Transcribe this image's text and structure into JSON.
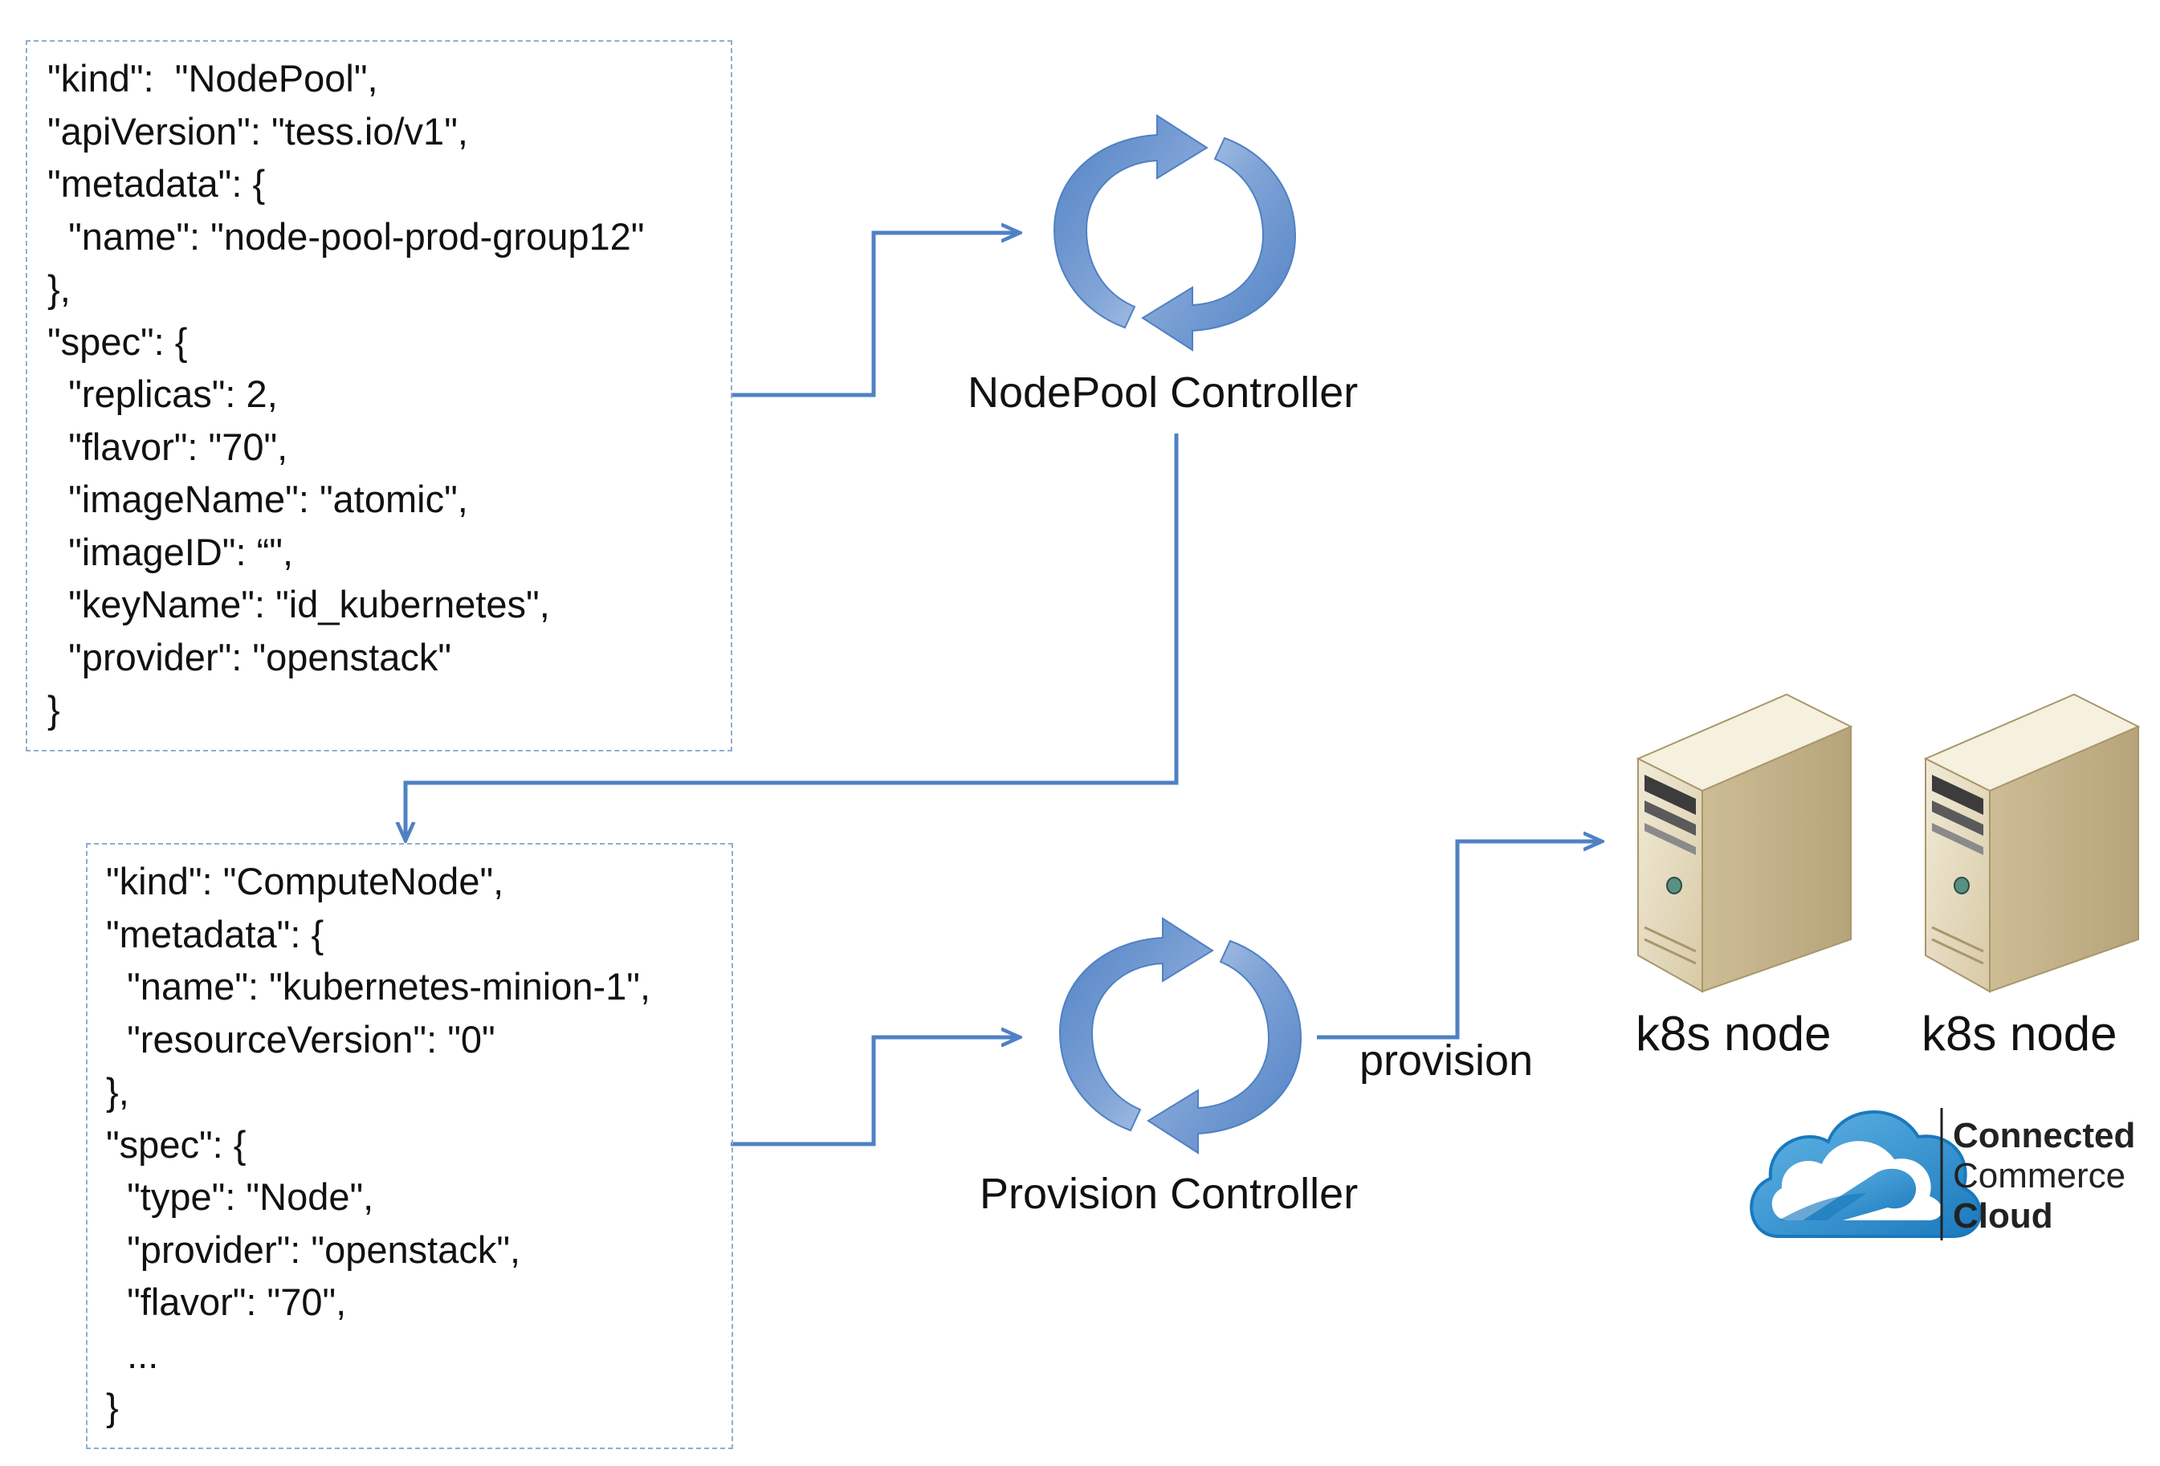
{
  "colors": {
    "arrow": "#4f81c4",
    "cycle_fill_dark": "#4f81c4",
    "cycle_fill_light": "#b8cde9",
    "box_border": "#8eaed0",
    "server_body": "#e3d9bf",
    "logo_blue": "#2d93cf"
  },
  "nodepool_spec": {
    "lines": [
      "\"kind\":  \"NodePool\",",
      "\"apiVersion\": \"tess.io/v1\",",
      "\"metadata\": {",
      "  \"name\": \"node-pool-prod-group12\"",
      "},",
      "\"spec\": {",
      "  \"replicas\": 2,",
      "  \"flavor\": \"70\",",
      "  \"imageName\": \"atomic\",",
      "  \"imageID\": “\",",
      "  \"keyName\": \"id_kubernetes\",",
      "  \"provider\": \"openstack\"",
      "}"
    ]
  },
  "computenode_spec": {
    "lines": [
      "\"kind\": \"ComputeNode\",",
      "\"metadata\": {",
      "  \"name\": \"kubernetes-minion-1\",",
      "  \"resourceVersion\": \"0\"",
      "},",
      "\"spec\": {",
      "  \"type\": \"Node\",",
      "  \"provider\": \"openstack\",",
      "  \"flavor\": \"70\",",
      "  ...",
      "}"
    ]
  },
  "nodepool_controller": {
    "label": "NodePool  Controller",
    "icon": "refresh-cycle-icon"
  },
  "provision_controller": {
    "label": "Provision Controller",
    "icon": "refresh-cycle-icon"
  },
  "edge_provision": {
    "label": "provision"
  },
  "nodes": [
    {
      "label": "k8s node",
      "icon": "server-icon"
    },
    {
      "label": "k8s node",
      "icon": "server-icon"
    }
  ],
  "logo": {
    "icon": "cloud-logo-icon",
    "line1": "Connected",
    "line2": "Commerce",
    "line3": "Cloud"
  }
}
